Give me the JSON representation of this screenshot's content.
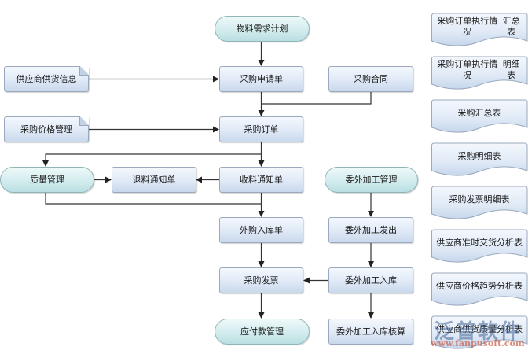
{
  "diagram": {
    "nodes": {
      "material_plan": "物料需求计划",
      "supplier_info": "供应商供货信息",
      "purchase_request": "采购申请单",
      "purchase_contract": "采购合同",
      "price_management": "采购价格管理",
      "purchase_order": "采购订单",
      "quality_management": "质量管理",
      "return_notice": "退料通知单",
      "receipt_notice": "收料通知单",
      "outsourcing_management": "委外加工管理",
      "purchase_inbound": "外购入库单",
      "outsourcing_dispatch": "委外加工发出",
      "purchase_invoice": "采购发票",
      "outsourcing_inbound": "委外加工入库",
      "payables_management": "应付款管理",
      "outsourcing_inbound_accounting": "委外加工入库核算"
    },
    "reports": [
      "采购订单执行情况汇总表",
      "采购订单执行情况明细表",
      "采购汇总表",
      "采购明细表",
      "采购发票明细表",
      "供应商准时交货分析表",
      "供应商价格趋势分析表",
      "供应商供货质量分析表"
    ],
    "edges": [
      [
        "material_plan",
        "purchase_request"
      ],
      [
        "supplier_info",
        "purchase_request"
      ],
      [
        "purchase_request",
        "purchase_order"
      ],
      [
        "purchase_contract",
        "purchase_order"
      ],
      [
        "price_management",
        "purchase_order"
      ],
      [
        "purchase_order",
        "receipt_notice"
      ],
      [
        "purchase_order",
        "quality_management"
      ],
      [
        "quality_management",
        "return_notice"
      ],
      [
        "receipt_notice",
        "return_notice"
      ],
      [
        "receipt_notice",
        "purchase_inbound"
      ],
      [
        "quality_management",
        "purchase_inbound"
      ],
      [
        "purchase_inbound",
        "purchase_invoice"
      ],
      [
        "outsourcing_management",
        "outsourcing_dispatch"
      ],
      [
        "outsourcing_dispatch",
        "outsourcing_inbound"
      ],
      [
        "outsourcing_inbound",
        "purchase_invoice"
      ],
      [
        "outsourcing_inbound",
        "outsourcing_inbound_accounting"
      ],
      [
        "purchase_invoice",
        "payables_management"
      ]
    ]
  },
  "watermark": {
    "logo_text": "泛普软件",
    "url": "www.fanpusoft.com"
  },
  "colors": {
    "process_fill": "#dfe9f6",
    "terminator_fill": "#d3ecee",
    "border": "#9aa9bd",
    "line": "#222222"
  }
}
